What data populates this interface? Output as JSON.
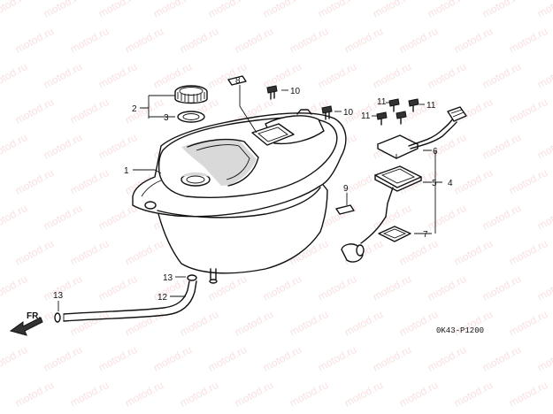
{
  "watermark": "motod.ru",
  "drawing_code": "0K43-P1200",
  "direction_label": "FR.",
  "callouts": {
    "c1": "1",
    "c2": "2",
    "c3": "3",
    "c4": "4",
    "c5": "5",
    "c6": "6",
    "c7": "7",
    "c8": "8",
    "c9": "9",
    "c10a": "10",
    "c10b": "10",
    "c11a": "11",
    "c11b": "11",
    "c11c": "11",
    "c12": "12",
    "c13a": "13",
    "c13b": "13"
  },
  "colors": {
    "line": "#111111",
    "watermark": "#f2c9c9",
    "background": "#ffffff"
  }
}
